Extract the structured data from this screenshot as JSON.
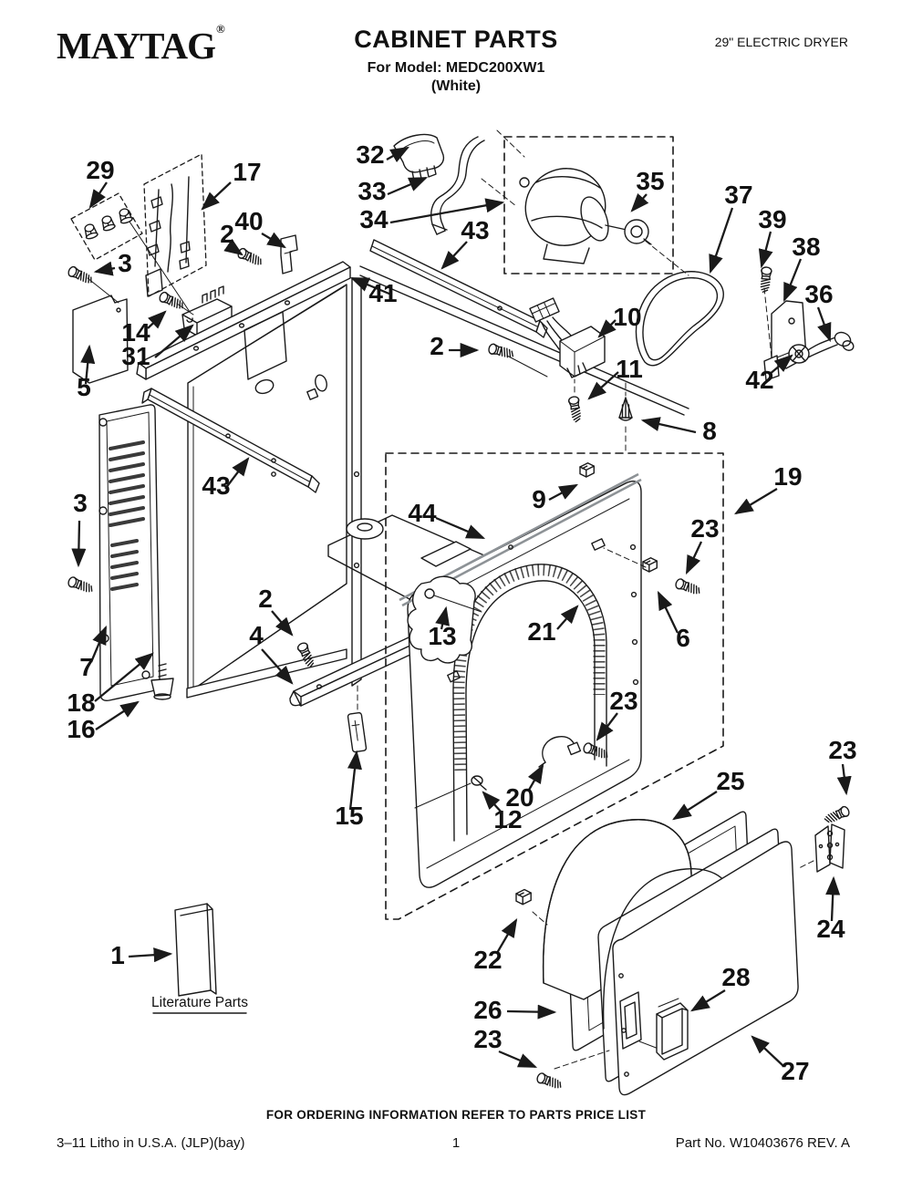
{
  "header": {
    "brand": "MAYTAG",
    "brand_reg": "®",
    "title": "CABINET PARTS",
    "model_line": "For Model: MEDC200XW1",
    "finish_line": "(White)",
    "product_type": "29\" ELECTRIC DRYER"
  },
  "footer": {
    "ordering_note": "FOR ORDERING INFORMATION REFER TO PARTS PRICE LIST",
    "litho_line": "3–11 Litho in U.S.A. (JLP)(bay)",
    "page_number": "1",
    "part_number_line": "Part No. W10403676 REV. A"
  },
  "diagram": {
    "literature_caption": "Literature Parts",
    "callouts": [
      "29",
      "17",
      "40",
      "2",
      "3",
      "14",
      "31",
      "5",
      "32",
      "33",
      "34",
      "43",
      "41",
      "2",
      "35",
      "37",
      "39",
      "38",
      "36",
      "42",
      "10",
      "11",
      "8",
      "19",
      "9",
      "44",
      "23",
      "6",
      "13",
      "21",
      "2",
      "4",
      "7",
      "18",
      "16",
      "15",
      "20",
      "12",
      "23",
      "25",
      "23",
      "24",
      "22",
      "26",
      "23",
      "28",
      "27",
      "1",
      "3",
      "43"
    ]
  },
  "colors": {
    "ink": "#1a1a1a",
    "shade_gray": "#8d9296",
    "paper": "#ffffff"
  }
}
